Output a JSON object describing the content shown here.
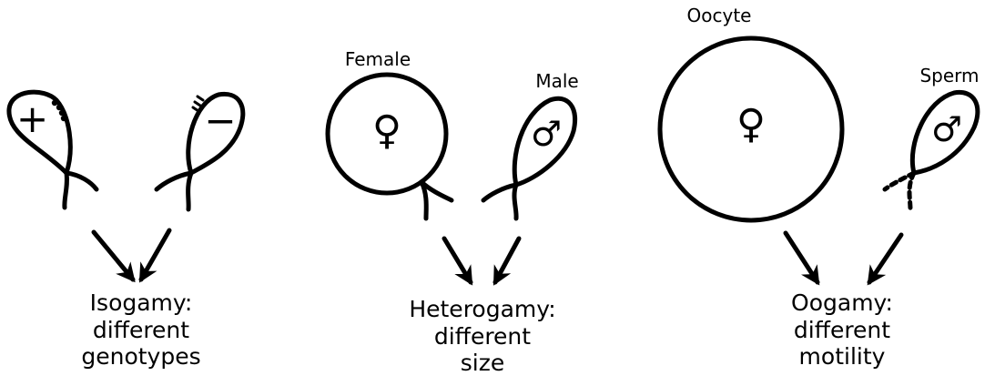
{
  "colors": {
    "stroke": "#000000",
    "background": "#ffffff"
  },
  "isogamy": {
    "plus_sign": "+",
    "minus_sign": "−",
    "caption": [
      "Isogamy:",
      "different",
      "genotypes"
    ]
  },
  "heterogamy": {
    "female_label": "Female",
    "male_label": "Male",
    "female_symbol": "♀",
    "male_symbol": "♂",
    "caption": [
      "Heterogamy:",
      "different",
      "size"
    ]
  },
  "oogamy": {
    "oocyte_label": "Oocyte",
    "sperm_label": "Sperm",
    "oocyte_symbol": "♀",
    "sperm_symbol": "♂",
    "caption": [
      "Oogamy:",
      "different",
      "motility"
    ]
  }
}
